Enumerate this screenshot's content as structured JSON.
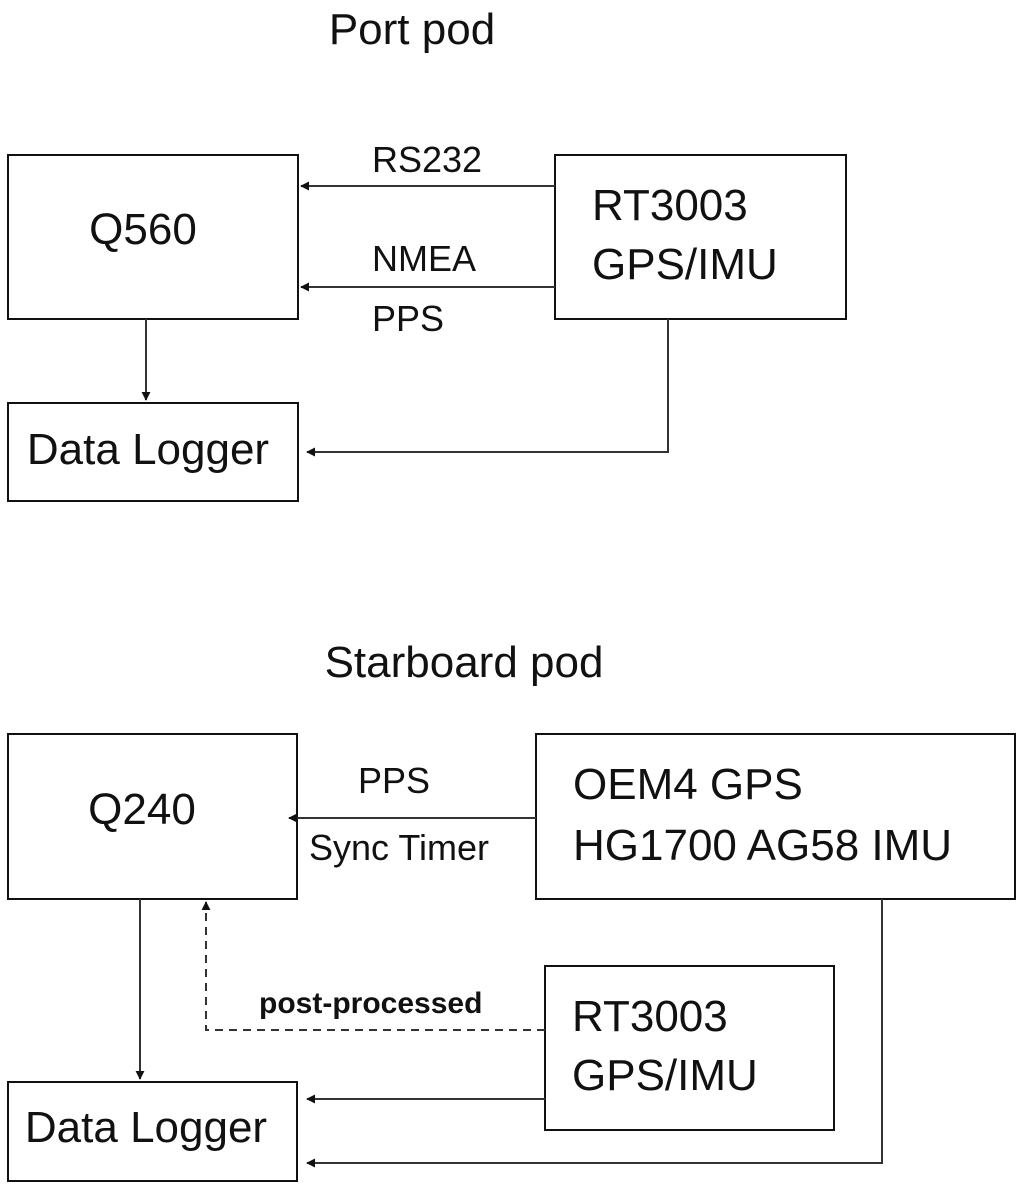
{
  "port": {
    "title": "Port pod",
    "q_box": "Q560",
    "rt_box_line1": "RT3003",
    "rt_box_line2": "GPS/IMU",
    "logger": "Data Logger",
    "link_rs232": "RS232",
    "link_nmea": "NMEA",
    "link_pps": "PPS"
  },
  "starboard": {
    "title": "Starboard pod",
    "q_box": "Q240",
    "oem_line1": "OEM4 GPS",
    "oem_line2": "HG1700 AG58 IMU",
    "rt_box_line1": "RT3003",
    "rt_box_line2": "GPS/IMU",
    "logger": "Data Logger",
    "link_pps": "PPS",
    "link_sync": "Sync Timer",
    "link_post": "post-processed"
  }
}
